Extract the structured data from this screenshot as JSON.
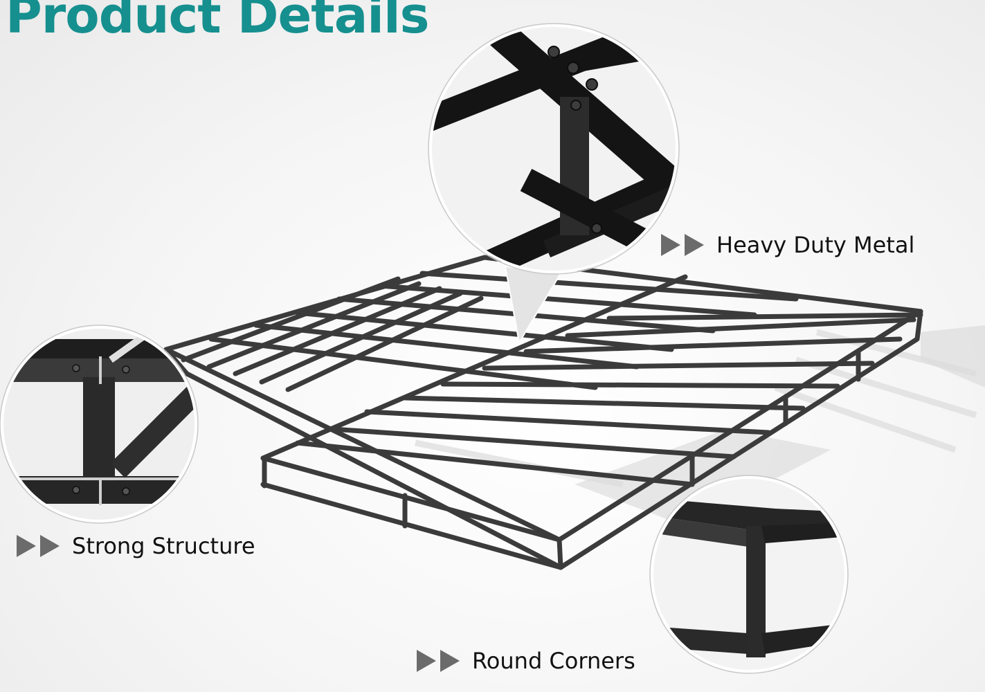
{
  "title": "Product Details",
  "accent_color": "#168f8f",
  "features": [
    {
      "label": "Heavy Duty Metal",
      "icon": "double-arrow-right-icon"
    },
    {
      "label": "Strong Structure",
      "icon": "double-arrow-right-icon"
    },
    {
      "label": "Round Corners",
      "icon": "double-arrow-right-icon"
    }
  ]
}
